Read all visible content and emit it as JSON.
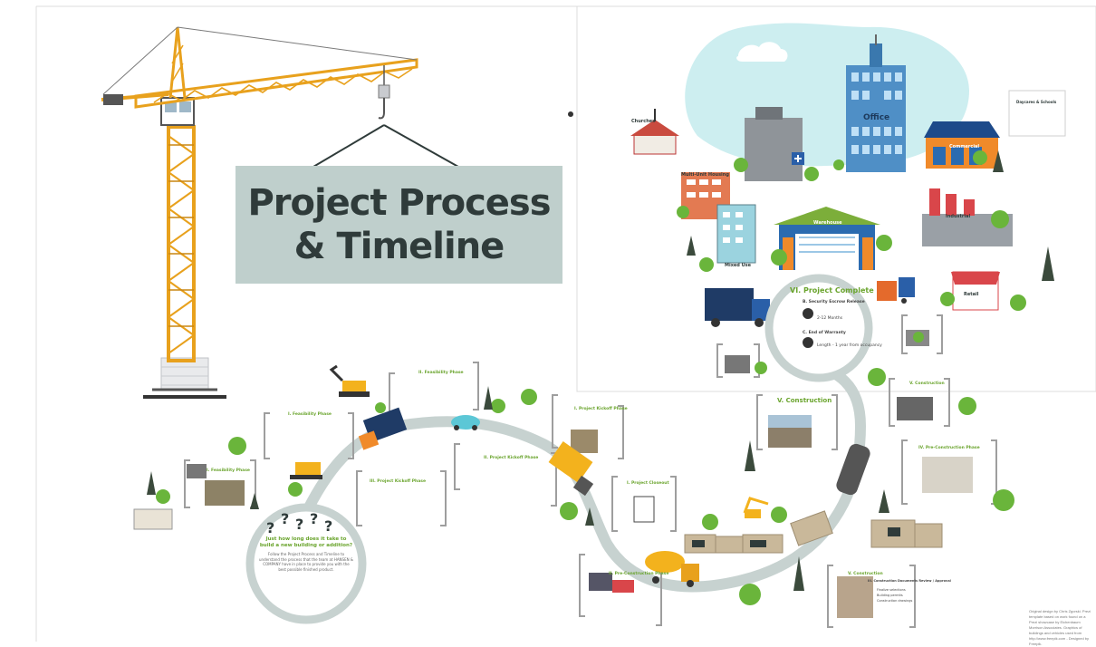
{
  "title": {
    "line1": "Project Process",
    "line2": "& Timeline"
  },
  "intro": {
    "question": "Just how long does it take to build a new building or addition?",
    "body": "Follow the Project Process and Timeline to understand the process that the team at HANSEN & COMPANY have in place to provide you with the best possible finished product."
  },
  "buildings": [
    {
      "label": "Churches"
    },
    {
      "label": "Office"
    },
    {
      "label": "Daycares & Schools"
    },
    {
      "label": "Multi-Unit Housing"
    },
    {
      "label": "Commercial"
    },
    {
      "label": "Industrial"
    },
    {
      "label": "Warehouse"
    },
    {
      "label": "Mixed Use"
    },
    {
      "label": "Retail"
    }
  ],
  "phases": {
    "complete": {
      "title": "VI. Project Complete",
      "item_b": "B. Security Escrow Release",
      "item_b_detail": "2-12 Months",
      "item_c": "C. End of Warranty",
      "item_c_detail": "Length - 1 year from occupancy"
    },
    "feasibility_1": "I. Feasibility Phase",
    "feasibility_2": "II. Feasibility Phase",
    "feasibility_3": "I. Feasibility Phase",
    "design_1": "III. Project Kickoff Phase",
    "design_2": "II. Project Kickoff Phase",
    "design_3": "I. Project Kickoff Phase",
    "construction_1": "V. Construction",
    "construction_2": "V. Construction",
    "construction_3": "IV. Pre-Construction Phase",
    "construction_4": "V. Construction",
    "preconstruction": "II. Pre-Construction Phase",
    "preconstruction_item": "III. Construction Documents Review / Approval",
    "preconstruction_list": [
      "Finalize selections",
      "Building permits",
      "Construction drawings"
    ],
    "project_closeout": "I. Project Closeout",
    "office_label": "Office",
    "mixed_use_label": "Mixed Use"
  },
  "footer": {
    "credit": "Original design by Chris Zgorski. Prezi template based on work found on a Prezi showcase by Eichenbaum Morrison Associates. Graphics of buildings and vehicles used from http://www.freepik.com - Designed by Freepik."
  },
  "colors": {
    "path": "#c7d2d0",
    "title_bg": "#bfcfcc",
    "title_text": "#2f3b3a",
    "phase_heading": "#6aa42d",
    "crane": "#e8a11d",
    "cloud": "#cdeef0"
  }
}
